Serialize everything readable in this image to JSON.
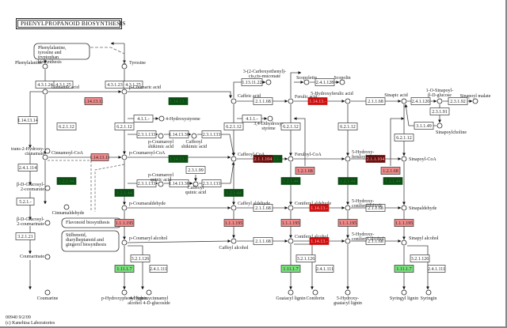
{
  "title": "PHENYLPROPANOID BIOSYNTHESIS",
  "footer": {
    "line1": "00940 9/2/09",
    "line2": "(c) Kanehisa Laboratories"
  },
  "colors": {
    "none": "#ffffff",
    "red": "#cc1111",
    "pink": "#f08a8a",
    "darkred": "#6a0d0d",
    "darkgreen": "#0b4d12",
    "lightgreen": "#77e07a"
  },
  "maps": [
    {
      "id": "map-phe",
      "text": "Phenylalanine, tyrosine and tryptophan biosynthesis"
    },
    {
      "id": "map-flav",
      "text": "Flavonoid biosynthesis"
    },
    {
      "id": "map-stil",
      "text": "Stilbenoid, diarylheptanoid and gingerol biosynthesis"
    }
  ],
  "compounds": [
    {
      "id": "phe",
      "label": "Phenylalanine"
    },
    {
      "id": "tyr",
      "label": "Tyrosine"
    },
    {
      "id": "cin",
      "label": "Cinnamic acid"
    },
    {
      "id": "pcou",
      "label": "p-Coumaric acid"
    },
    {
      "id": "cinCoA",
      "label": "Cinnamoyl-CoA"
    },
    {
      "id": "pcouCoA",
      "label": "p-Coumaroyl-CoA"
    },
    {
      "id": "t2h",
      "label": "trans-2-Hydroxy-cinnamate"
    },
    {
      "id": "bdg",
      "label": "β-D-Glucosyl-2-coumarate"
    },
    {
      "id": "bdg2",
      "label": "β-D-Glucosyl-2-coumarinate"
    },
    {
      "id": "coumarinate",
      "label": "Coumarinate"
    },
    {
      "id": "coumarine",
      "label": "Coumarine"
    },
    {
      "id": "cinald",
      "label": "Cinnamaldehyde"
    },
    {
      "id": "hstyr",
      "label": "4-Hydroxystyrene"
    },
    {
      "id": "pcoushik",
      "label": "p-Coumaroyl shikimic acid"
    },
    {
      "id": "cafshik",
      "label": "Caffeoyl shikimic acid"
    },
    {
      "id": "pcouquin",
      "label": "p-Coumaroyl quinic acid"
    },
    {
      "id": "cafquin",
      "label": "Caffeoyl quinic acid"
    },
    {
      "id": "pcoual",
      "label": "p-Coumaraldehyde"
    },
    {
      "id": "pcoualc",
      "label": "p-Coumaryl alcohol"
    },
    {
      "id": "phlig",
      "label": "p-Hydroxyphenyl lignin"
    },
    {
      "id": "hcg",
      "label": "4-Hydroxycinnamyl alcohol 4-D-glucoside"
    },
    {
      "id": "caf",
      "label": "Caffeic acid"
    },
    {
      "id": "cct",
      "label": "3-(2-Carboxyethenyl)-cis,cis-muconate"
    },
    {
      "id": "dhs",
      "label": "3,4-Dihydroxy-styrene"
    },
    {
      "id": "cafCoA",
      "label": "Caffeoyl-CoA"
    },
    {
      "id": "cafald",
      "label": "Caffeyl aldehyde"
    },
    {
      "id": "cafalc",
      "label": "Caffeyl alcohol"
    },
    {
      "id": "fer",
      "label": "Ferulic acid"
    },
    {
      "id": "scopoletin",
      "label": "Scopoletin"
    },
    {
      "id": "scopolin",
      "label": "Scopolin"
    },
    {
      "id": "ferCoA",
      "label": "Feruloyl-CoA"
    },
    {
      "id": "conald",
      "label": "Coniferyl aldehyde"
    },
    {
      "id": "conalc",
      "label": "Coniferyl alcohol"
    },
    {
      "id": "guaiacyl",
      "label": "Guaiacyl lignin"
    },
    {
      "id": "coniferin",
      "label": "Coniferin"
    },
    {
      "id": "5hf",
      "label": "5-Hydroxyferulic acid"
    },
    {
      "id": "5hfCoA",
      "label": "5-Hydroxy-feruloyl-CoA"
    },
    {
      "id": "5hconald",
      "label": "5-Hydroxy-coniferaldehyde"
    },
    {
      "id": "5hconalc",
      "label": "5-Hydroxy-coniferyl alcohol"
    },
    {
      "id": "5hglig",
      "label": "5-Hydroxy-guaiacyl lignin"
    },
    {
      "id": "sin",
      "label": "Sinapic acid"
    },
    {
      "id": "singlc",
      "label": "1-O-Sinapoyl-β-D-glucose"
    },
    {
      "id": "sinmal",
      "label": "Sinapoyl malate"
    },
    {
      "id": "sinchol",
      "label": "Sinapoylcholine"
    },
    {
      "id": "sinCoA",
      "label": "Sinapoyl-CoA"
    },
    {
      "id": "sinald",
      "label": "Sinapaldehyde"
    },
    {
      "id": "sinalc",
      "label": "Sinapyl alcohol"
    },
    {
      "id": "syrlig",
      "label": "Syringyl lignin"
    },
    {
      "id": "syringin",
      "label": "Syringin"
    }
  ],
  "enzymes": [
    {
      "id": "e1",
      "label": "4.3.1.24",
      "color": "none"
    },
    {
      "id": "e2",
      "label": "4.3.1.25",
      "color": "none"
    },
    {
      "id": "e3",
      "label": "4.3.1.23",
      "color": "none"
    },
    {
      "id": "e4",
      "label": "4.3.1.25",
      "color": "none"
    },
    {
      "id": "e5",
      "label": "1.14.13.11",
      "color": "pink"
    },
    {
      "id": "e6",
      "label": "1.14.13.14",
      "color": "none"
    },
    {
      "id": "e7",
      "label": "6.2.1.12",
      "color": "none"
    },
    {
      "id": "e8",
      "label": "6.2.1.12",
      "color": "none"
    },
    {
      "id": "e9",
      "label": "1.14.13.11",
      "color": "pink"
    },
    {
      "id": "e10",
      "label": "2.4.1.114",
      "color": "none"
    },
    {
      "id": "e11",
      "label": "5.2.1.-",
      "color": "none"
    },
    {
      "id": "e12",
      "label": "3.2.1.21",
      "color": "none"
    },
    {
      "id": "e13",
      "label": "1.2.1.44",
      "color": "darkgreen"
    },
    {
      "id": "e14",
      "label": "1.2.1.44",
      "color": "darkgreen"
    },
    {
      "id": "e15",
      "label": "1.1.1.195",
      "color": "pink"
    },
    {
      "id": "e16",
      "label": "1.11.1.7",
      "color": "lightgreen"
    },
    {
      "id": "e17",
      "label": "3.2.1.126",
      "color": "none"
    },
    {
      "id": "e18",
      "label": "2.4.1.111",
      "color": "none"
    },
    {
      "id": "e19",
      "label": "1.14.13.-",
      "color": "darkgreen"
    },
    {
      "id": "e20",
      "label": "4.1.1.-",
      "color": "none"
    },
    {
      "id": "e21",
      "label": "2.3.1.133",
      "color": "none"
    },
    {
      "id": "e22",
      "label": "1.14.13.36",
      "color": "none"
    },
    {
      "id": "e23",
      "label": "2.3.1.133",
      "color": "none"
    },
    {
      "id": "e24",
      "label": "1.14.13.-",
      "color": "darkgreen"
    },
    {
      "id": "e25",
      "label": "2.3.1.133",
      "color": "none"
    },
    {
      "id": "e26",
      "label": "1.14.13.36",
      "color": "none"
    },
    {
      "id": "e27",
      "label": "2.3.1.133",
      "color": "none"
    },
    {
      "id": "e28",
      "label": "2.3.1.99",
      "color": "none"
    },
    {
      "id": "e29",
      "label": "1.2.1.44",
      "color": "darkgreen"
    },
    {
      "id": "e30",
      "label": "1.14.13.-",
      "color": "darkgreen"
    },
    {
      "id": "e31",
      "label": "1.13.11.22",
      "color": "none"
    },
    {
      "id": "e32",
      "label": "2.1.1.68",
      "color": "none"
    },
    {
      "id": "e33",
      "label": "4.1.1.-",
      "color": "none"
    },
    {
      "id": "e34",
      "label": "6.2.1.12",
      "color": "none"
    },
    {
      "id": "e35",
      "label": "2.1.1.104",
      "color": "darkred"
    },
    {
      "id": "e36",
      "label": "1.2.1.44",
      "color": "darkgreen"
    },
    {
      "id": "e37",
      "label": "2.1.1.68",
      "color": "none"
    },
    {
      "id": "e38",
      "label": "1.1.1.195",
      "color": "pink"
    },
    {
      "id": "e39",
      "label": "2.1.1.68",
      "color": "none"
    },
    {
      "id": "e40",
      "label": "1.1.1.195",
      "color": "pink"
    },
    {
      "id": "e41",
      "label": "2.4.1.128",
      "color": "none"
    },
    {
      "id": "e42",
      "label": "1.14.13.-",
      "color": "red"
    },
    {
      "id": "e43",
      "label": "6.2.1.12",
      "color": "none"
    },
    {
      "id": "e44",
      "label": "1.2.1.68",
      "color": "pink"
    },
    {
      "id": "e45",
      "label": "1.2.1.44",
      "color": "darkgreen"
    },
    {
      "id": "e46",
      "label": "1.14.13.-",
      "color": "red"
    },
    {
      "id": "e47",
      "label": "1.1.1.195",
      "color": "pink"
    },
    {
      "id": "e48",
      "label": "1.14.13.-",
      "color": "red"
    },
    {
      "id": "e49",
      "label": "1.11.1.7",
      "color": "lightgreen"
    },
    {
      "id": "e50",
      "label": "3.2.1.126",
      "color": "none"
    },
    {
      "id": "e51",
      "label": "2.4.1.111",
      "color": "none"
    },
    {
      "id": "e52",
      "label": "6.2.1.12",
      "color": "none"
    },
    {
      "id": "e53",
      "label": "2.1.1.104",
      "color": "darkred"
    },
    {
      "id": "e54",
      "label": "1.2.1.44",
      "color": "darkgreen"
    },
    {
      "id": "e55",
      "label": "1.1.1.195",
      "color": "pink"
    },
    {
      "id": "e56",
      "label": "1.11.1.7",
      "color": "lightgreen"
    },
    {
      "id": "e57",
      "label": "2.1.1.68",
      "color": "none"
    },
    {
      "id": "e58",
      "label": "2.1.1.68",
      "color": "none"
    },
    {
      "id": "e59",
      "label": "2.1.1.68",
      "color": "none"
    },
    {
      "id": "e60",
      "label": "2.4.1.120",
      "color": "none"
    },
    {
      "id": "e61",
      "label": "2.3.1.92",
      "color": "none"
    },
    {
      "id": "e62",
      "label": "2.3.1.91",
      "color": "none"
    },
    {
      "id": "e63",
      "label": "3.1.1.49",
      "color": "none"
    },
    {
      "id": "e64",
      "label": "6.2.1.12",
      "color": "none"
    },
    {
      "id": "e65",
      "label": "1.2.1.68",
      "color": "pink"
    },
    {
      "id": "e66",
      "label": "1.2.1.44",
      "color": "darkgreen"
    },
    {
      "id": "e67",
      "label": "1.1.1.195",
      "color": "pink"
    },
    {
      "id": "e68",
      "label": "1.11.1.7",
      "color": "lightgreen"
    },
    {
      "id": "e69",
      "label": "3.2.1.126",
      "color": "none"
    },
    {
      "id": "e70",
      "label": "2.4.1.111",
      "color": "none"
    }
  ]
}
